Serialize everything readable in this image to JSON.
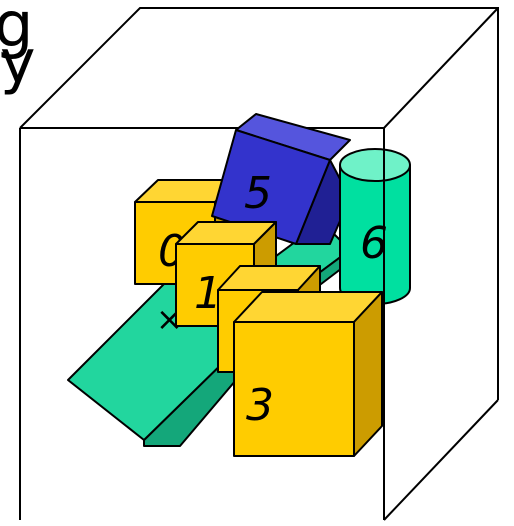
{
  "cropped_glyphs": {
    "top": "g",
    "second": "y"
  },
  "colors": {
    "yellow_front": "#FFCC00",
    "yellow_side": "#CC9C00",
    "yellow_top": "#FFD633",
    "teal_face": "#22D69E",
    "teal_side": "#14A77A",
    "teal_cylinder": "#00E0A0",
    "teal_cylinder_top": "#6FF2C8",
    "blue_front": "#3333CC",
    "blue_top": "#5555DD",
    "blue_side": "#202094",
    "outline": "#000000"
  },
  "objects": [
    {
      "id": "box-0",
      "shape": "cube",
      "color": "yellow",
      "label": "0"
    },
    {
      "id": "box-1",
      "shape": "cube",
      "color": "yellow",
      "label": "1"
    },
    {
      "id": "box-2",
      "shape": "cube",
      "color": "yellow",
      "label": ""
    },
    {
      "id": "box-3",
      "shape": "cube",
      "color": "yellow",
      "label": "3"
    },
    {
      "id": "box-5",
      "shape": "tilted cube",
      "color": "blue",
      "label": "5"
    },
    {
      "id": "cylinder-6",
      "shape": "cylinder",
      "color": "teal",
      "label": "6"
    },
    {
      "id": "slab",
      "shape": "tilted slab",
      "color": "teal",
      "label": ""
    },
    {
      "id": "container",
      "shape": "open wireframe box",
      "color": "none",
      "label": ""
    }
  ]
}
